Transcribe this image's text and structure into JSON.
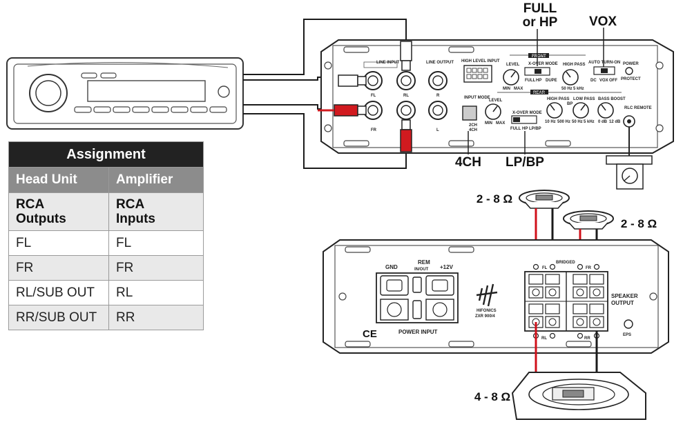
{
  "labels": {
    "full_line1": "FULL",
    "full_line2": "or HP",
    "vox": "VOX",
    "ch4": "4CH",
    "lpbp": "LP/BP",
    "imp_top_left": "2 - 8 Ω",
    "imp_top_right": "2 - 8 Ω",
    "imp_bottom": "4 - 8 Ω"
  },
  "amp_top": {
    "line_input": "LINE INPUT",
    "line_output": "LINE OUTPUT",
    "high_level_input": "HIGH LEVEL INPUT",
    "front": "FRONT",
    "rear": "REAR",
    "xover_mode": "X-OVER MODE",
    "xover_full": "FULL",
    "xover_hp": "HP",
    "xover_dupe": "DUPE",
    "xover_lp_bp": "LP/BP",
    "level": "LEVEL",
    "min": "MIN",
    "max": "MAX",
    "high_pass": "HIGH PASS",
    "low_pass": "LOW PASS",
    "bass_boost": "BASS BOOST",
    "hp_range_lo": "50 Hz",
    "hp_range_hi": "5 kHz",
    "rear_hp_lo": "10 Hz",
    "rear_hp_hi": "500 Hz",
    "lp_lo": "50 Hz",
    "lp_hi": "5 kHz",
    "bb_lo": "0 dB",
    "bb_hi": "12 dB",
    "auto_turn_on": "AUTO TURN-ON",
    "dc": "DC",
    "vox_opt": "VOX",
    "off": "OFF",
    "power": "POWER",
    "protect": "PROTECT",
    "input_mode": "INPUT MODE",
    "mode_2ch": "2CH",
    "mode_4ch": "4CH",
    "rlc_remote": "RLC REMOTE",
    "bp": "BP",
    "fl": "FL",
    "rl": "RL",
    "fr": "FR",
    "r": "R",
    "l": "L"
  },
  "amp_bottom": {
    "gnd": "GND",
    "rem": "REM",
    "in_out": "IN/OUT",
    "plus12v": "+12V",
    "power_input": "POWER INPUT",
    "brand": "HIFONICS",
    "model": "ZXR 900/4",
    "ce": "CE",
    "bridged": "BRIDGED",
    "fl": "FL",
    "fr": "FR",
    "rl": "RL",
    "rr": "RR",
    "speaker_output_1": "SPEAKER",
    "speaker_output_2": "OUTPUT",
    "eps": "EPS"
  },
  "table": {
    "title": "Assignment",
    "col_headers": [
      "Head Unit",
      "Amplifier"
    ],
    "subheader": [
      [
        "RCA",
        "Outputs"
      ],
      [
        "RCA",
        "Inputs"
      ]
    ],
    "rows": [
      [
        "FL",
        "FL"
      ],
      [
        "FR",
        "FR"
      ],
      [
        "RL/SUB OUT",
        "RL"
      ],
      [
        "RR/SUB OUT",
        "RR"
      ]
    ]
  },
  "colors": {
    "wire_black": "#1a1a1a",
    "wire_red": "#d0101a",
    "rca_red": "#d11a1f"
  }
}
